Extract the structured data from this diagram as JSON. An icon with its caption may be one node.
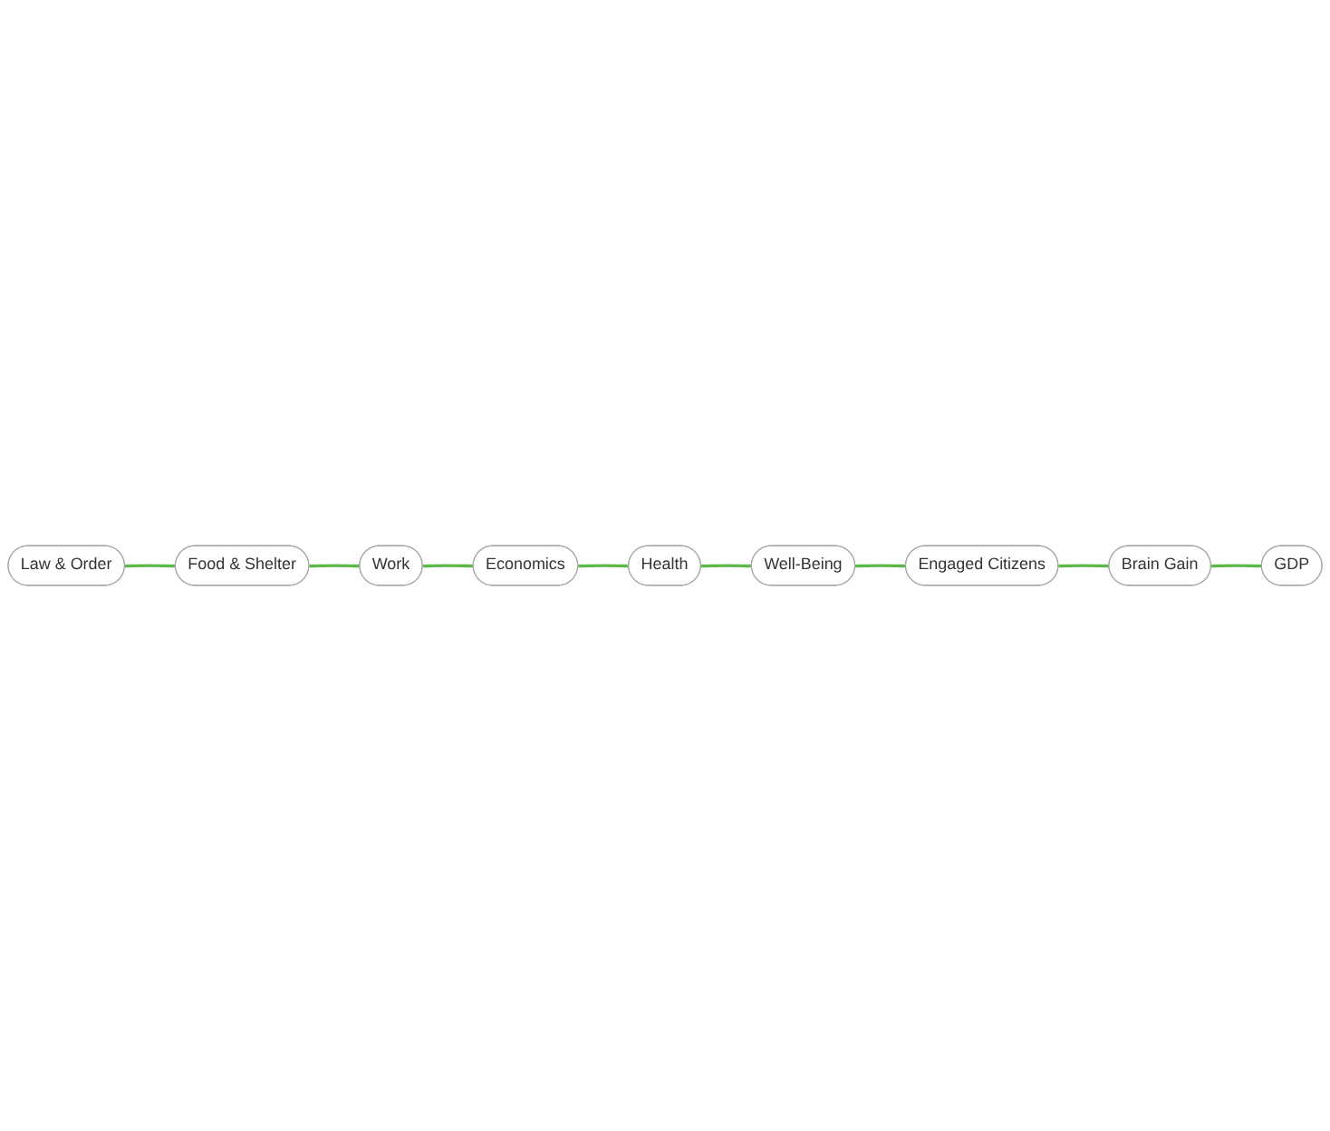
{
  "diagram": {
    "nodes": [
      {
        "text": [
          "Brain Gain"
        ]
      },
      {
        "text": [
          "GDP"
        ]
      },
      {
        "text": [
          "Engaged Citizens"
        ]
      },
      {
        "text": [
          "Well-Being"
        ]
      },
      {
        "text": [
          "Health"
        ]
      },
      {
        "text": [
          "Economics"
        ]
      },
      {
        "text": [
          "Work"
        ]
      },
      {
        "text": [
          "Law & Order"
        ]
      },
      {
        "text": [
          "Food & Shelter"
        ]
      }
    ],
    "edges": [
      {
        "from": 7,
        "to": 8,
        "arrow": "none"
      },
      {
        "from": 8,
        "to": 6,
        "arrow": "none"
      },
      {
        "from": 6,
        "to": 5,
        "arrow": "none"
      },
      {
        "from": 5,
        "to": 4,
        "arrow": "none"
      },
      {
        "from": 4,
        "to": 3,
        "arrow": "none"
      },
      {
        "from": 3,
        "to": 2,
        "arrow": "none"
      },
      {
        "from": 2,
        "to": 0,
        "arrow": "none"
      },
      {
        "from": 0,
        "to": 1,
        "arrow": "none"
      }
    ]
  }
}
